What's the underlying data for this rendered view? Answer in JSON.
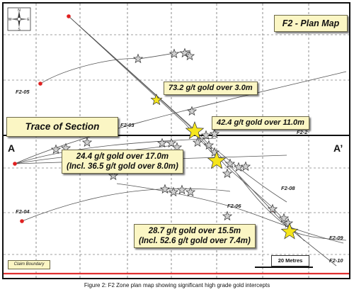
{
  "map": {
    "title": "F2 - Plan Map",
    "trace_label": "Trace of Section",
    "section_start": "A",
    "section_end": "A’",
    "claim_boundary_label": "Claim Boundary",
    "scale_label": "20 Metres",
    "compass": {
      "n": "N",
      "s": "S",
      "e": "E",
      "w": "W"
    },
    "colors": {
      "callout_fill": "#fbf6c4",
      "star_highlight": "#f5e51c",
      "star_plain": "#cfcfcf",
      "claim_line": "#e03030",
      "collar": "#e02020"
    }
  },
  "drillholes": [
    {
      "id": "F2-05",
      "label": "F2-05"
    },
    {
      "id": "F2-03",
      "label": "F2-03"
    },
    {
      "id": "F2-2",
      "label": "F2-2"
    },
    {
      "id": "F2-08",
      "label": "F2-08"
    },
    {
      "id": "F2-04",
      "label": "F2-04"
    },
    {
      "id": "F2-06",
      "label": "F2-06"
    },
    {
      "id": "F2-09",
      "label": "F2-09"
    },
    {
      "id": "F2-10",
      "label": "F2-10"
    }
  ],
  "intercepts": [
    {
      "line1": "73.2 g/t gold over 3.0m"
    },
    {
      "line1": "42.4 g/t gold over 11.0m"
    },
    {
      "line1": "24.4 g/t gold over 17.0m",
      "line2": "(Incl. 36.5 g/t gold over 8.0m)"
    },
    {
      "line1": "28.7 g/t gold over 15.5m",
      "line2": "(Incl. 52.6 g/t gold over 7.4m)"
    }
  ],
  "caption": "Figure 2: F2 Zone plan map showing significant high grade gold intercepts"
}
